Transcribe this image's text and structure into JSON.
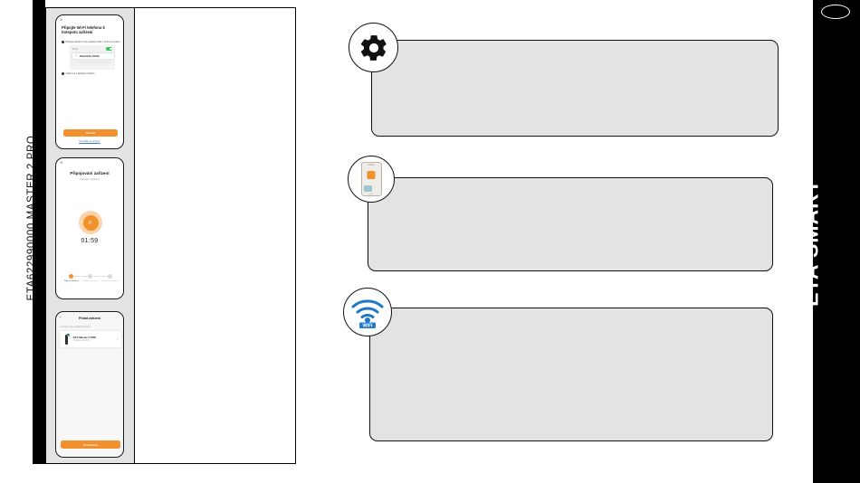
{
  "document": {
    "left_code": "ETA622990000 MASTER 2 PRO",
    "brand": "ETA SMART"
  },
  "phones": [
    {
      "id": "wifi-hotspot",
      "close_icon": "✕",
      "title": "Připojte Wi-Fi telefonu k hotspotu zařízení",
      "bullets": [
        "Připojte telefon k síti uvedené níže v tomto seznamu",
        "Vraťte se a připojte zařízení"
      ],
      "wifi_label": "Wi-Fi",
      "wifi_toggle_state": "on",
      "wifi_ssid": "SmartLife-XXXX",
      "wifi_check": "✓",
      "primary_button": "Otevřít",
      "link": "Nezdařilo se spojení"
    },
    {
      "id": "connecting",
      "close_icon": "✕",
      "title": "Připojování zařízení",
      "subtitle": "Zapněte zařízení",
      "search_icon": "⌕",
      "timer": "01:59",
      "steps": [
        {
          "label": "Zapnutí zařízení",
          "active": true
        },
        {
          "label": "Připojení k zařízení",
          "active": false
        },
        {
          "label": "Inicializace zařízení",
          "active": false
        }
      ]
    },
    {
      "id": "add-device",
      "back_icon": "‹",
      "title": "Přidat zařízení",
      "note": "1 zařízení bylo úspěšně přidáno",
      "device_name": "ETA Master 2 PRO",
      "device_state": "Úspěšně přidáno",
      "edit_icon": "✎",
      "primary_button": "Dokončeno"
    }
  ],
  "callouts": [
    {
      "icon": "gear-icon",
      "text": ""
    },
    {
      "icon": "smartphone-icon",
      "text": ""
    },
    {
      "icon": "wifi-icon",
      "text": ""
    }
  ],
  "icons": {
    "wifi_badge_label": "WIFI"
  },
  "colors": {
    "accent": "#f2902e",
    "wifi_blue": "#1f78c8",
    "bubble_fill": "#e3e3e3",
    "bar_black": "#000000",
    "toggle_green": "#34c759"
  }
}
